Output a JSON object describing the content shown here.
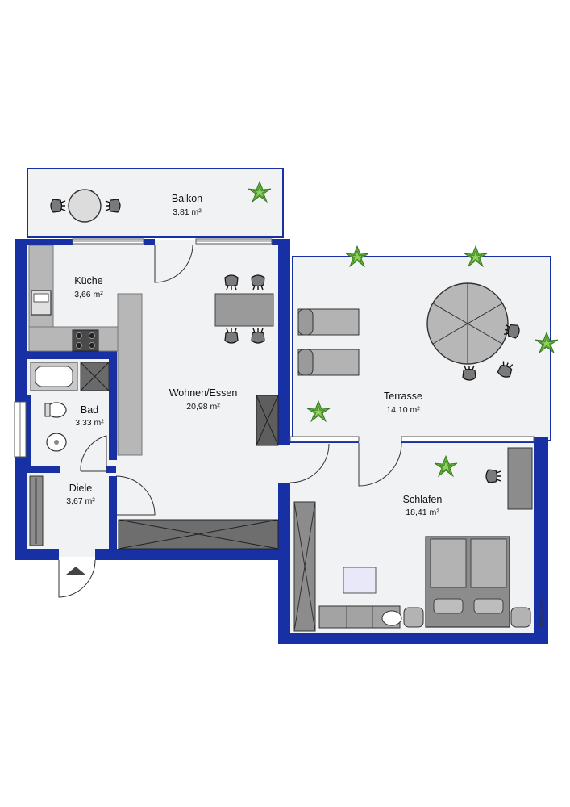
{
  "plan": {
    "credit": "McGrundriss",
    "colors": {
      "wall": "#1730a3",
      "floor": "#f1f2f4",
      "furniture": "#8c8c8c",
      "plant": "#5fae35"
    },
    "rooms": [
      {
        "id": "balkon",
        "name": "Balkon",
        "area": "3,81 m²"
      },
      {
        "id": "kueche",
        "name": "Küche",
        "area": "3,66 m²"
      },
      {
        "id": "bad",
        "name": "Bad",
        "area": "3,33 m²"
      },
      {
        "id": "diele",
        "name": "Diele",
        "area": "3,67 m²"
      },
      {
        "id": "wohnen",
        "name": "Wohnen/Essen",
        "area": "20,98 m²"
      },
      {
        "id": "terrasse",
        "name": "Terrasse",
        "area": "14,10 m²"
      },
      {
        "id": "schlafen",
        "name": "Schlafen",
        "area": "18,41 m²"
      }
    ],
    "entrance_icon": "entrance-arrow-icon"
  }
}
